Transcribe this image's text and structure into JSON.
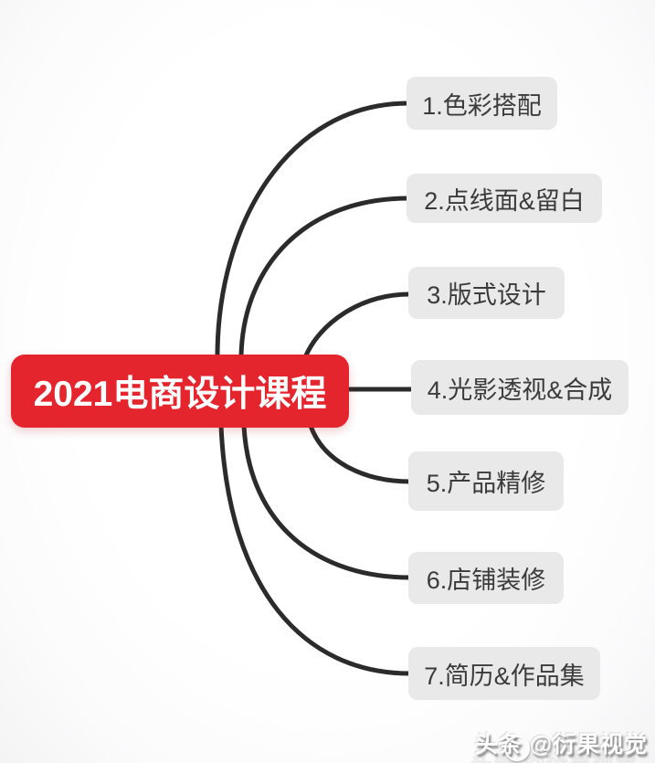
{
  "diagram": {
    "type": "mindmap",
    "center": {
      "label": "2021电商设计课程",
      "bg_color": "#e5252e",
      "text_color": "#ffffff"
    },
    "branches": [
      {
        "label": "1.色彩搭配"
      },
      {
        "label": "2.点线面&留白"
      },
      {
        "label": "3.版式设计"
      },
      {
        "label": "4.光影透视&合成"
      },
      {
        "label": "5.产品精修"
      },
      {
        "label": "6.店铺装修"
      },
      {
        "label": "7.简历&作品集"
      }
    ],
    "branch_bg_color": "#e9e9ea",
    "branch_text_color": "#3b3b3b",
    "connector_color": "#2b2b2b"
  },
  "watermark": {
    "text": "头条 @衍果视觉"
  }
}
